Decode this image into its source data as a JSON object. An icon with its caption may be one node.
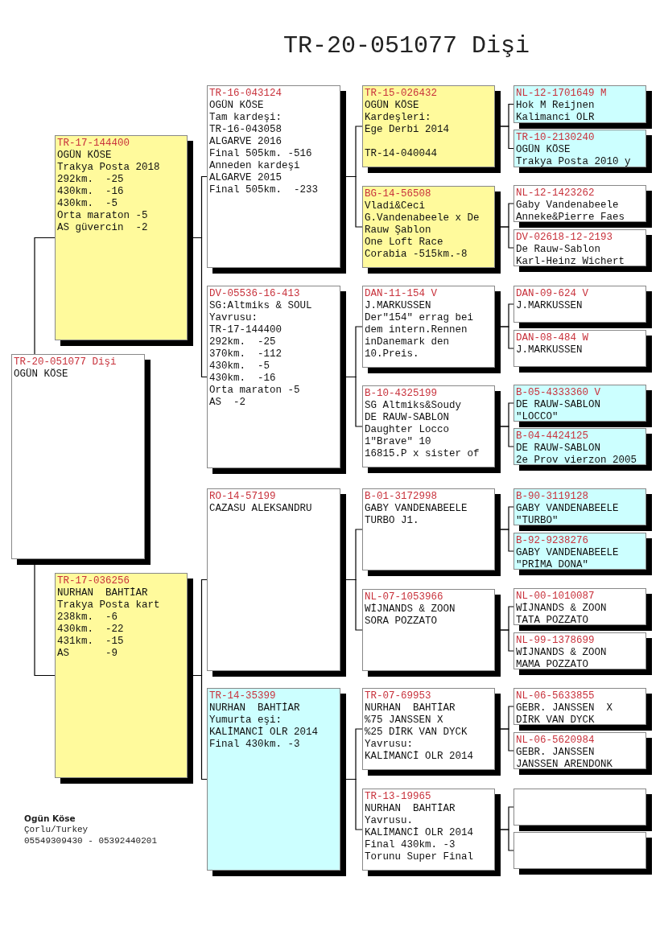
{
  "diagram": {
    "title": "TR-20-051077 Dişi",
    "nodes": [
      {
        "text": [
          "TR-20-051077 Dişi",
          "OGÜN KÖSE"
        ]
      },
      {
        "text": [
          "TR-17-144400",
          "OGÜN KÖSE",
          "Trakya Posta 2018",
          "292km.  -25",
          "430km.  -16",
          "430km.  -5",
          "Orta maraton -5",
          "AS güvercin  -2"
        ]
      },
      {
        "text": [
          "TR-16-043124",
          "OGÜN KÖSE",
          "Tam kardeşi:",
          "TR-16-043058",
          "ALGARVE 2016",
          "Final 505km. -516",
          "Anneden kardeşi",
          "ALGARVE 2015",
          "Final 505km.  -233"
        ]
      },
      {
        "text": [
          "TR-15-026432",
          "OGÜN KÖSE",
          "Kardeşleri:",
          "Ege Derbi 2014",
          "TR-14-040044"
        ]
      },
      {
        "text": [
          "NL-12-1701649 M",
          "Hok M Reijnen",
          "Kalimanci OLR"
        ]
      },
      {
        "text": [
          "TR-10-2130240",
          "OGÜN KÖSE",
          "Trakya Posta 2010 y"
        ]
      },
      {
        "text": [
          "BG-14-56508",
          "Vladi&Ceci",
          "G.Vandenabeele x De Rauw Şablon",
          "One Loft Race",
          "Corabia -515km.-8"
        ]
      },
      {
        "text": [
          "NL-12-1423262",
          "Gaby Vandenabeele",
          "Anneke&Pierre Faes"
        ]
      },
      {
        "text": [
          "DV-02618-12-2193",
          "De Rauw-Sablon",
          "Karl-Heinz Wichert"
        ]
      },
      {
        "text": [
          "DV-05536-16-413",
          "SG:Altmiks & SOUL",
          "Yavrusu:",
          "TR-17-144400",
          "292km.  -25",
          "370km.  -112",
          "430km.  -5",
          "430km.  -16",
          "Orta maraton -5",
          "AS  -2"
        ]
      },
      {
        "text": [
          "DAN-11-154 V",
          "J.MARKUSSEN",
          "Der\"154\" errag bei",
          "dem intern.Rennen",
          "inDanemark den",
          "10.Preis."
        ]
      },
      {
        "text": [
          "DAN-09-624 V",
          "J.MARKUSSEN"
        ]
      },
      {
        "text": [
          "DAN-08-484 W",
          "J.MARKUSSEN"
        ]
      },
      {
        "text": [
          "B-10-4325199",
          "SG Altmiks&Soudy",
          "DE RAUW-SABLON",
          "Daughter Locco",
          "1\"Brave\" 10",
          "16815.P x sister of"
        ]
      },
      {
        "text": [
          "B-05-4333360 V",
          "DE RAUW-SABLON",
          "\"LOCCO\""
        ]
      },
      {
        "text": [
          "B-04-4424125",
          "DE RAUW-SABLON",
          "2e Prov vierzon 2005"
        ]
      },
      {
        "text": [
          "TR-17-036256",
          "NURHAN  BAHTİAR",
          "Trakya Posta kart",
          "238km.  -6",
          "430km.  -22",
          "431km.  -15",
          "AS      -9"
        ]
      },
      {
        "text": [
          "RO-14-57199",
          "CAZASU ALEKSANDRU"
        ]
      },
      {
        "text": [
          "B-01-3172998",
          "GABY VANDENABEELE",
          "TURBO J1."
        ]
      },
      {
        "text": [
          "B-90-3119128",
          "GABY VANDENABEELE",
          "\"TURBO\""
        ]
      },
      {
        "text": [
          "B-92-9238276",
          "GABY VANDENABEELE",
          "\"PRİMA DONA\""
        ]
      },
      {
        "text": [
          "NL-07-1053966",
          "WİJNANDS & ZOON",
          "SORA POZZATO"
        ]
      },
      {
        "text": [
          "NL-00-1010087",
          "WİJNANDS & ZOON",
          "TATA POZZATO"
        ]
      },
      {
        "text": [
          "NL-99-1378699",
          "WİJNANDS & ZOON",
          "MAMA POZZATO"
        ]
      },
      {
        "text": [
          "TR-14-35399",
          "NURHAN  BAHTİAR",
          "Yumurta eşi:",
          "KALİMANCİ OLR 2014",
          "Final 430km. -3"
        ]
      },
      {
        "text": [
          "TR-07-69953",
          "NURHAN  BAHTİAR",
          "%75 JANSSEN X",
          "%25 DİRK VAN DYCK",
          "Yavrusu:",
          "KALİMANCİ OLR 2014"
        ]
      },
      {
        "text": [
          "NL-06-5633855",
          "GEBR. JANSSEN  X",
          "DİRK VAN DYCK"
        ]
      },
      {
        "text": [
          "NL-06-5620984",
          "GEBR. JANSSEN",
          "JANSSEN ARENDONK"
        ]
      },
      {
        "text": [
          "TR-13-19965",
          "NURHAN  BAHTİAR",
          "Yavrusu.",
          "KALİMANCİ OLR 2014",
          "Final 430km. -3",
          "Torunu Super Final"
        ]
      },
      {
        "text": [],
        "shape": "box"
      },
      {
        "text": [],
        "shape": "box"
      }
    ],
    "edges": [
      {
        "from": 0,
        "to": 1,
        "arrow": "none"
      },
      {
        "from": 0,
        "to": 16,
        "arrow": "none"
      },
      {
        "from": 1,
        "to": 2,
        "arrow": "none"
      },
      {
        "from": 1,
        "to": 9,
        "arrow": "none"
      },
      {
        "from": 2,
        "to": 3,
        "arrow": "none"
      },
      {
        "from": 2,
        "to": 6,
        "arrow": "none"
      },
      {
        "from": 3,
        "to": 4,
        "arrow": "none"
      },
      {
        "from": 3,
        "to": 5,
        "arrow": "none"
      },
      {
        "from": 6,
        "to": 7,
        "arrow": "none"
      },
      {
        "from": 6,
        "to": 8,
        "arrow": "none"
      },
      {
        "from": 9,
        "to": 10,
        "arrow": "none"
      },
      {
        "from": 9,
        "to": 13,
        "arrow": "none"
      },
      {
        "from": 10,
        "to": 11,
        "arrow": "none"
      },
      {
        "from": 10,
        "to": 12,
        "arrow": "none"
      },
      {
        "from": 13,
        "to": 14,
        "arrow": "none"
      },
      {
        "from": 13,
        "to": 15,
        "arrow": "none"
      },
      {
        "from": 16,
        "to": 17,
        "arrow": "none"
      },
      {
        "from": 16,
        "to": 24,
        "arrow": "none"
      },
      {
        "from": 17,
        "to": 18,
        "arrow": "none"
      },
      {
        "from": 17,
        "to": 21,
        "arrow": "none"
      },
      {
        "from": 18,
        "to": 19,
        "arrow": "none"
      },
      {
        "from": 18,
        "to": 20,
        "arrow": "none"
      },
      {
        "from": 21,
        "to": 22,
        "arrow": "none"
      },
      {
        "from": 21,
        "to": 23,
        "arrow": "none"
      },
      {
        "from": 24,
        "to": 25,
        "arrow": "none"
      },
      {
        "from": 24,
        "to": 28,
        "arrow": "none"
      },
      {
        "from": 25,
        "to": 26,
        "arrow": "none"
      },
      {
        "from": 25,
        "to": 27,
        "arrow": "none"
      },
      {
        "from": 28,
        "to": 29,
        "arrow": "none"
      },
      {
        "from": 28,
        "to": 30,
        "arrow": "none"
      }
    ],
    "labels": [
      "Ogün Köse",
      "Çorlu/Turkey",
      "05549309430 - 05392440201"
    ]
  }
}
